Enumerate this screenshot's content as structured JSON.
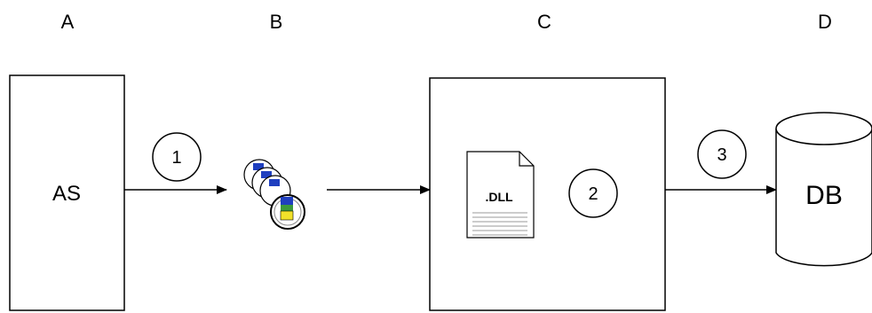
{
  "columns": {
    "a": "A",
    "b": "B",
    "c": "C",
    "d": "D"
  },
  "nodes": {
    "as_box": {
      "label": "AS"
    },
    "file_stack": {
      "icon": "stacked-disc-files-icon"
    },
    "dll_box": {
      "file_icon": "dll-document-icon",
      "file_label": ".DLL"
    },
    "database": {
      "label": "DB",
      "icon": "database-cylinder-icon"
    }
  },
  "steps": {
    "step1": "1",
    "step2": "2",
    "step3": "3"
  },
  "colors": {
    "stroke": "#000000",
    "icon_blue": "#1f3fbf",
    "icon_green": "#3c9a3c",
    "icon_yellow": "#f2e22a"
  }
}
